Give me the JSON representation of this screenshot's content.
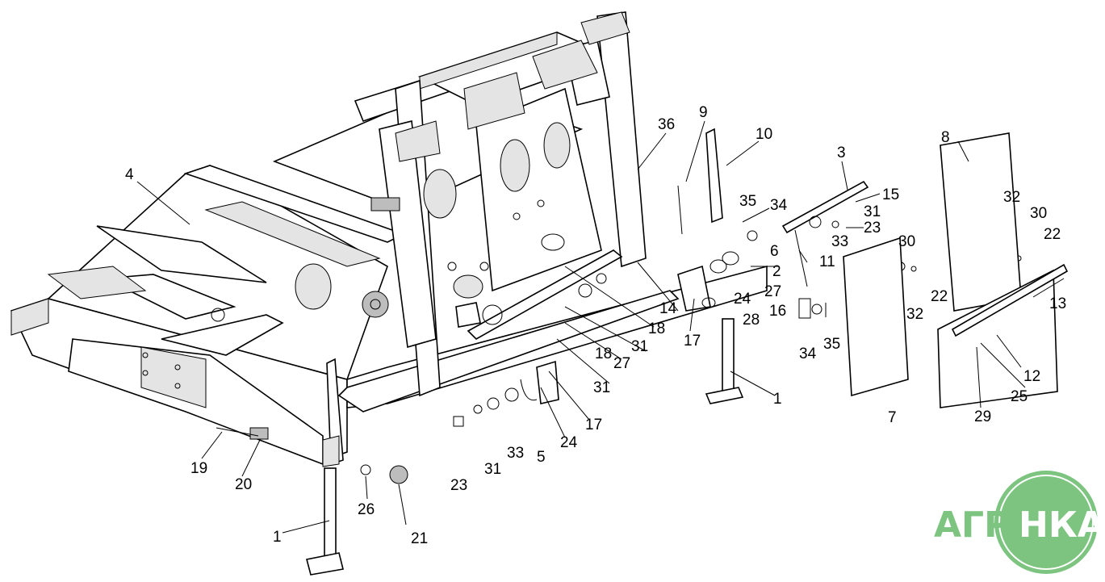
{
  "labels": {
    "p1a": "1",
    "p1b": "1",
    "p2": "2",
    "p3": "3",
    "p4": "4",
    "p5": "5",
    "p6": "6",
    "p7": "7",
    "p8": "8",
    "p9": "9",
    "p10": "10",
    "p11": "11",
    "p12": "12",
    "p13": "13",
    "p14": "14",
    "p15": "15",
    "p16": "16",
    "p17a": "17",
    "p17b": "17",
    "p18a": "18",
    "p18b": "18",
    "p19": "19",
    "p20": "20",
    "p21": "21",
    "p22a": "22",
    "p22b": "22",
    "p23a": "23",
    "p23b": "23",
    "p24a": "24",
    "p24b": "24",
    "p25": "25",
    "p26": "26",
    "p27a": "27",
    "p27b": "27",
    "p28": "28",
    "p29": "29",
    "p30a": "30",
    "p30b": "30",
    "p31a": "31",
    "p31b": "31",
    "p31c": "31",
    "p31d": "31",
    "p32a": "32",
    "p32b": "32",
    "p33a": "33",
    "p33b": "33",
    "p34a": "34",
    "p34b": "34",
    "p35a": "35",
    "p35b": "35",
    "p36": "36"
  },
  "logo": {
    "text_left": "АГРО",
    "text_right": "НКА",
    "color": "#7cc47f"
  },
  "colors": {
    "line": "#000000",
    "background": "#ffffff"
  }
}
